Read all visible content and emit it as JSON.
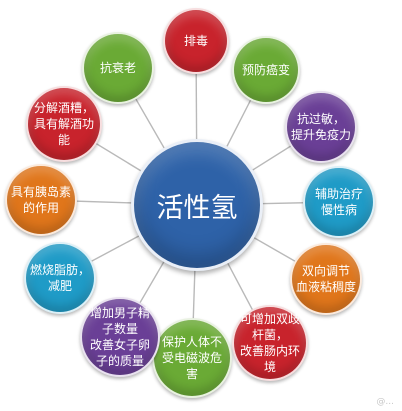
{
  "center": {
    "label": "活性氢",
    "color": "#2e62a8"
  },
  "nodes": [
    {
      "label": "排毒",
      "color": "#c8232c"
    },
    {
      "label": "预防癌变",
      "color": "#6aaa35"
    },
    {
      "label": "抗过敏，\n提升免疫力",
      "color": "#6a3f96"
    },
    {
      "label": "辅助治疗\n慢性病",
      "color": "#1f9bc7"
    },
    {
      "label": "双向调节\n血液粘稠度",
      "color": "#e0761b"
    },
    {
      "label": "可增加双歧\n杆菌，\n改善肠内环\n境",
      "color": "#c8232c"
    },
    {
      "label": "保护人体不\n受电磁波危\n害",
      "color": "#6aaa35"
    },
    {
      "label": "增加男子精\n子数量\n改善女子卵\n子的质量",
      "color": "#6a3f96"
    },
    {
      "label": "燃烧脂肪，\n减肥",
      "color": "#1f9bc7"
    },
    {
      "label": "具有胰岛素\n的作用",
      "color": "#e0761b"
    },
    {
      "label": "分解酒糟，\n具有解酒功\n能",
      "color": "#c8232c"
    },
    {
      "label": "抗衰老",
      "color": "#6aaa35"
    }
  ],
  "watermark": "@..."
}
